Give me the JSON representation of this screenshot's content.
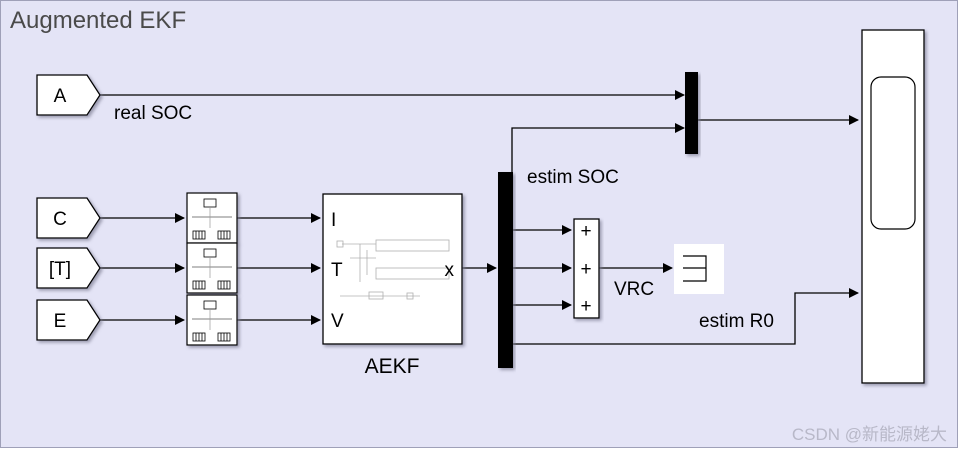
{
  "diagram": {
    "title": "Augmented EKF",
    "goto_tags": [
      "A",
      "C",
      "[T]",
      "E"
    ],
    "signal_labels": {
      "real_soc": "real SOC",
      "estim_soc": "estim SOC",
      "vrc": "VRC",
      "estim_r0": "estim R0"
    },
    "subsystem": {
      "name": "AEKF",
      "inputs": [
        "I",
        "T",
        "V"
      ],
      "output": "x"
    },
    "sum_signs": [
      "+",
      "+",
      "+"
    ]
  },
  "watermark": "CSDN @新能源姥大",
  "colors": {
    "canvas": "#e4e4f6",
    "block_fill": "#ffffff",
    "bus_bar": "#000000"
  }
}
